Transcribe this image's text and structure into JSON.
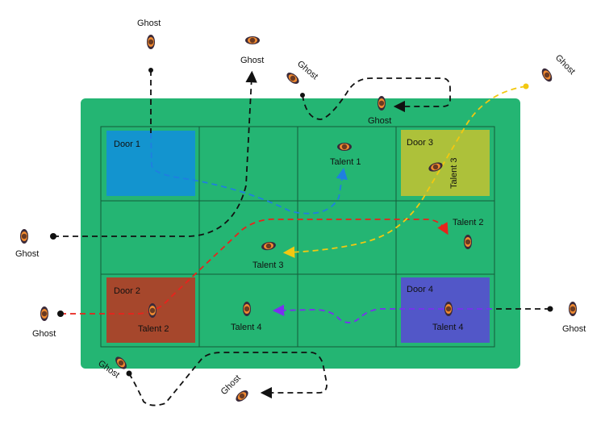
{
  "title": "Ghost and talent movement floor plan",
  "colors": {
    "board": "#24b573",
    "door1": "#1394cf",
    "door2": "#a6472c",
    "door3": "#adc13a",
    "door4": "#5257c8",
    "ghost_path": "#111111",
    "talent1_path": "#1f7fe0",
    "talent2_path": "#e8231c",
    "talent3_path": "#f2c811",
    "talent4_path": "#7b2ff0"
  },
  "doors": [
    "Door 1",
    "Door 2",
    "Door 3",
    "Door 4"
  ],
  "talents": {
    "talent1": "Talent 1",
    "talent2_door": "Talent 2",
    "talent2_dest": "Talent 2",
    "talent3_door": "Talent 3",
    "talent3_dest": "Talent 3",
    "talent4_door": "Talent 4",
    "talent4_dest": "Talent 4"
  },
  "ghosts": [
    "Ghost",
    "Ghost",
    "Ghost",
    "Ghost",
    "Ghost",
    "Ghost",
    "Ghost",
    "Ghost",
    "Ghost",
    "Ghost"
  ]
}
